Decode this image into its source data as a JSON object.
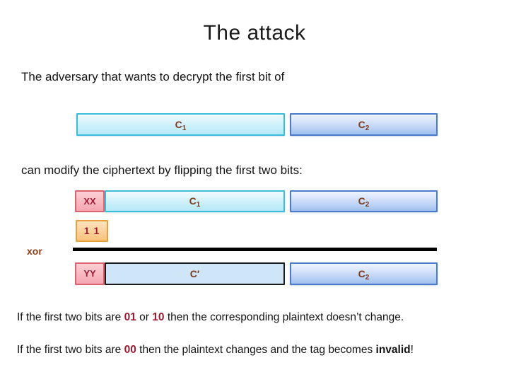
{
  "title": "The attack",
  "intro": "The adversary that wants to decrypt the first bit of",
  "modify": "can modify the ciphertext by flipping the first two bits:",
  "xor": "xor",
  "flip_bits": "1 1",
  "row1": {
    "c1_base": "C",
    "c1_sub": "1",
    "c2_base": "C",
    "c2_sub": "2"
  },
  "row2": {
    "xx": "XX",
    "c1_base": "C",
    "c1_sub": "1",
    "c2_base": "C",
    "c2_sub": "2"
  },
  "row3": {
    "yy": "YY",
    "cprime": "C′",
    "c2_base": "C",
    "c2_sub": "2"
  },
  "footer": {
    "line1": {
      "s0": "If the first two bits are ",
      "b1": "01",
      "s2": " or ",
      "b3": "10",
      "s4": " then the corresponding plaintext doesn’t change."
    },
    "line2": {
      "s0": "If the first two bits are ",
      "b1": "00",
      "s2": " then the plaintext changes and the tag becomes ",
      "b3": "invalid",
      "s4": "!"
    }
  },
  "colors": {
    "bits_red": "#9e1b32",
    "label_brown": "#7e3a1b",
    "xor_brown": "#8a3c15",
    "cyan_border": "#3bbcd9",
    "cyan_fill_top": "#f2fbfe",
    "cyan_fill_bottom": "#b5e9f7",
    "blue_border": "#4c7bc9",
    "blue_fill_top": "#eff5fe",
    "blue_fill_bottom": "#9ec0ef",
    "pink_border": "#d9636f",
    "pink_fill_top": "#fbd0d5",
    "pink_fill_bottom": "#f5a6b0",
    "orange_border": "#e8a13f",
    "orange_fill_top": "#fde3bc",
    "orange_fill_bottom": "#f9c27c",
    "cprime_fill": "#cfe5f8",
    "cprime_border": "#1a1a1a",
    "xor_line": "#000000",
    "background": "#ffffff"
  }
}
